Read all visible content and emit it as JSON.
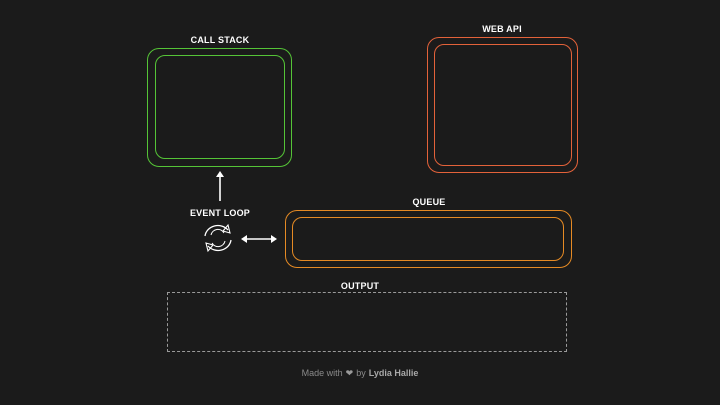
{
  "diagram": {
    "call_stack": {
      "label": "CALL STACK",
      "color": "#55c437"
    },
    "web_api": {
      "label": "WEB API",
      "color": "#e3623a"
    },
    "event_loop": {
      "label": "EVENT LOOP",
      "icon": "refresh-icon"
    },
    "queue": {
      "label": "QUEUE",
      "color": "#e58a24"
    },
    "output": {
      "label": "OUTPUT",
      "color": "#9a9a9a"
    }
  },
  "footer": {
    "prefix": "Made with",
    "heart_icon": "heart-icon",
    "by": "by",
    "author": "Lydia Hallie"
  }
}
